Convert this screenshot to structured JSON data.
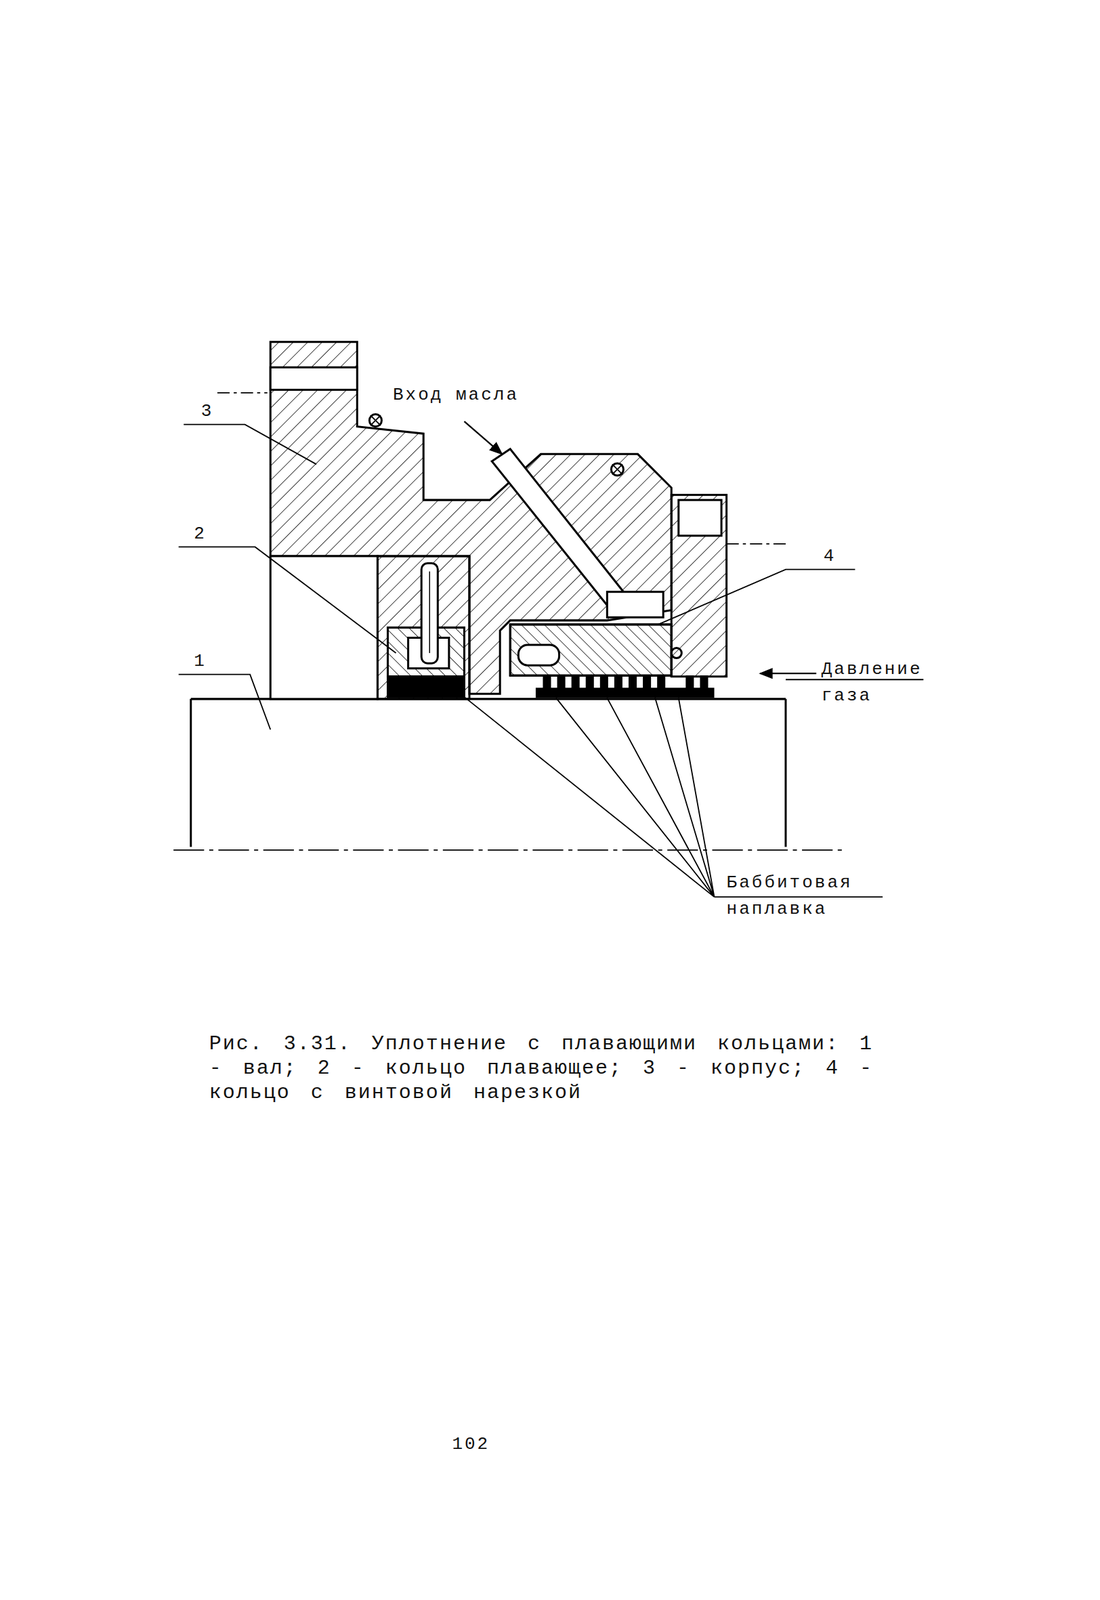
{
  "diagram": {
    "caption": "Рис. 3.31. Уплотнение с плавающими кольцами: 1 - вал; 2 - кольцо плавающее; 3 - корпус; 4 - кольцо с винтовой нарезкой",
    "labels": [
      "3",
      "2",
      "1",
      "4",
      "Вход масла",
      "Давление газа",
      "Баббитовая наплавка",
      "102"
    ]
  }
}
